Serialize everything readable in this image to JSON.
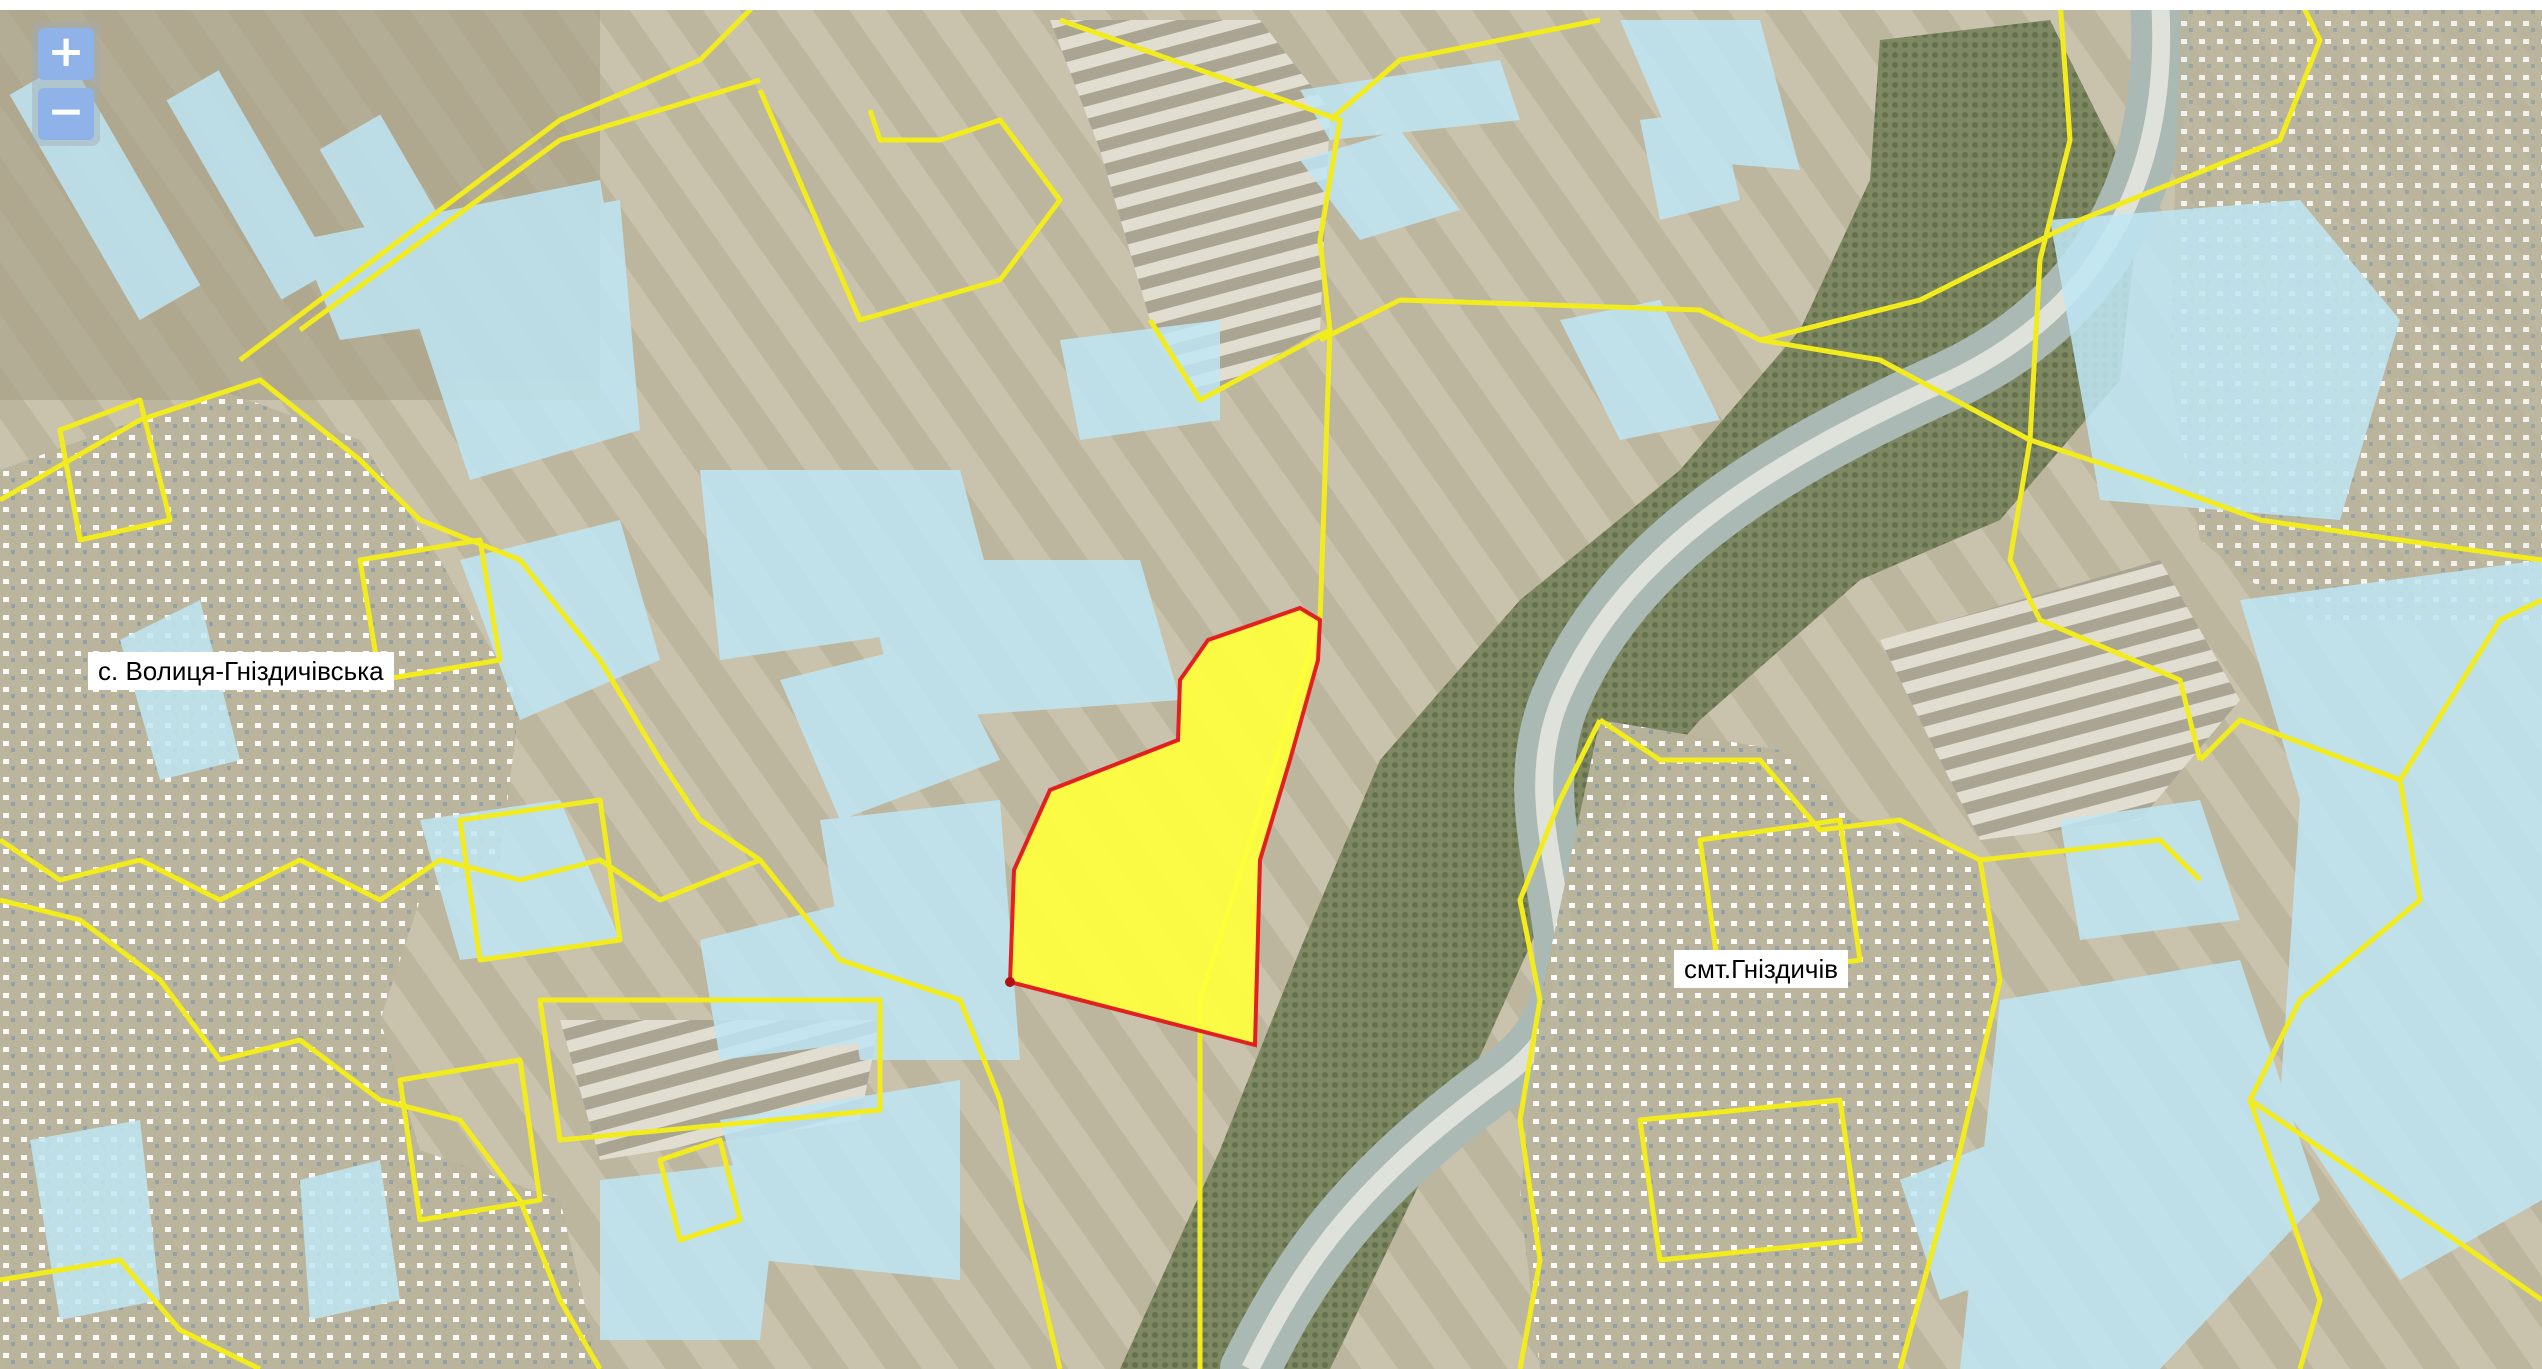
{
  "map": {
    "zoom_in_label": "+",
    "zoom_out_label": "−",
    "places": [
      {
        "id": "volytsia",
        "name": "с. Волиця-Гніздичівська"
      },
      {
        "id": "hnizdychiv",
        "name": "смт.Гніздичів"
      }
    ],
    "colors": {
      "imagery_base": "#cfc9b6",
      "parcel_fill": "#bfe6f5",
      "boundary": "#f2ec1e",
      "selected_fill": "#ffff3c",
      "selected_outline": "#e32020",
      "river": "#a9b8b2",
      "forest": "#6f7d55"
    }
  }
}
